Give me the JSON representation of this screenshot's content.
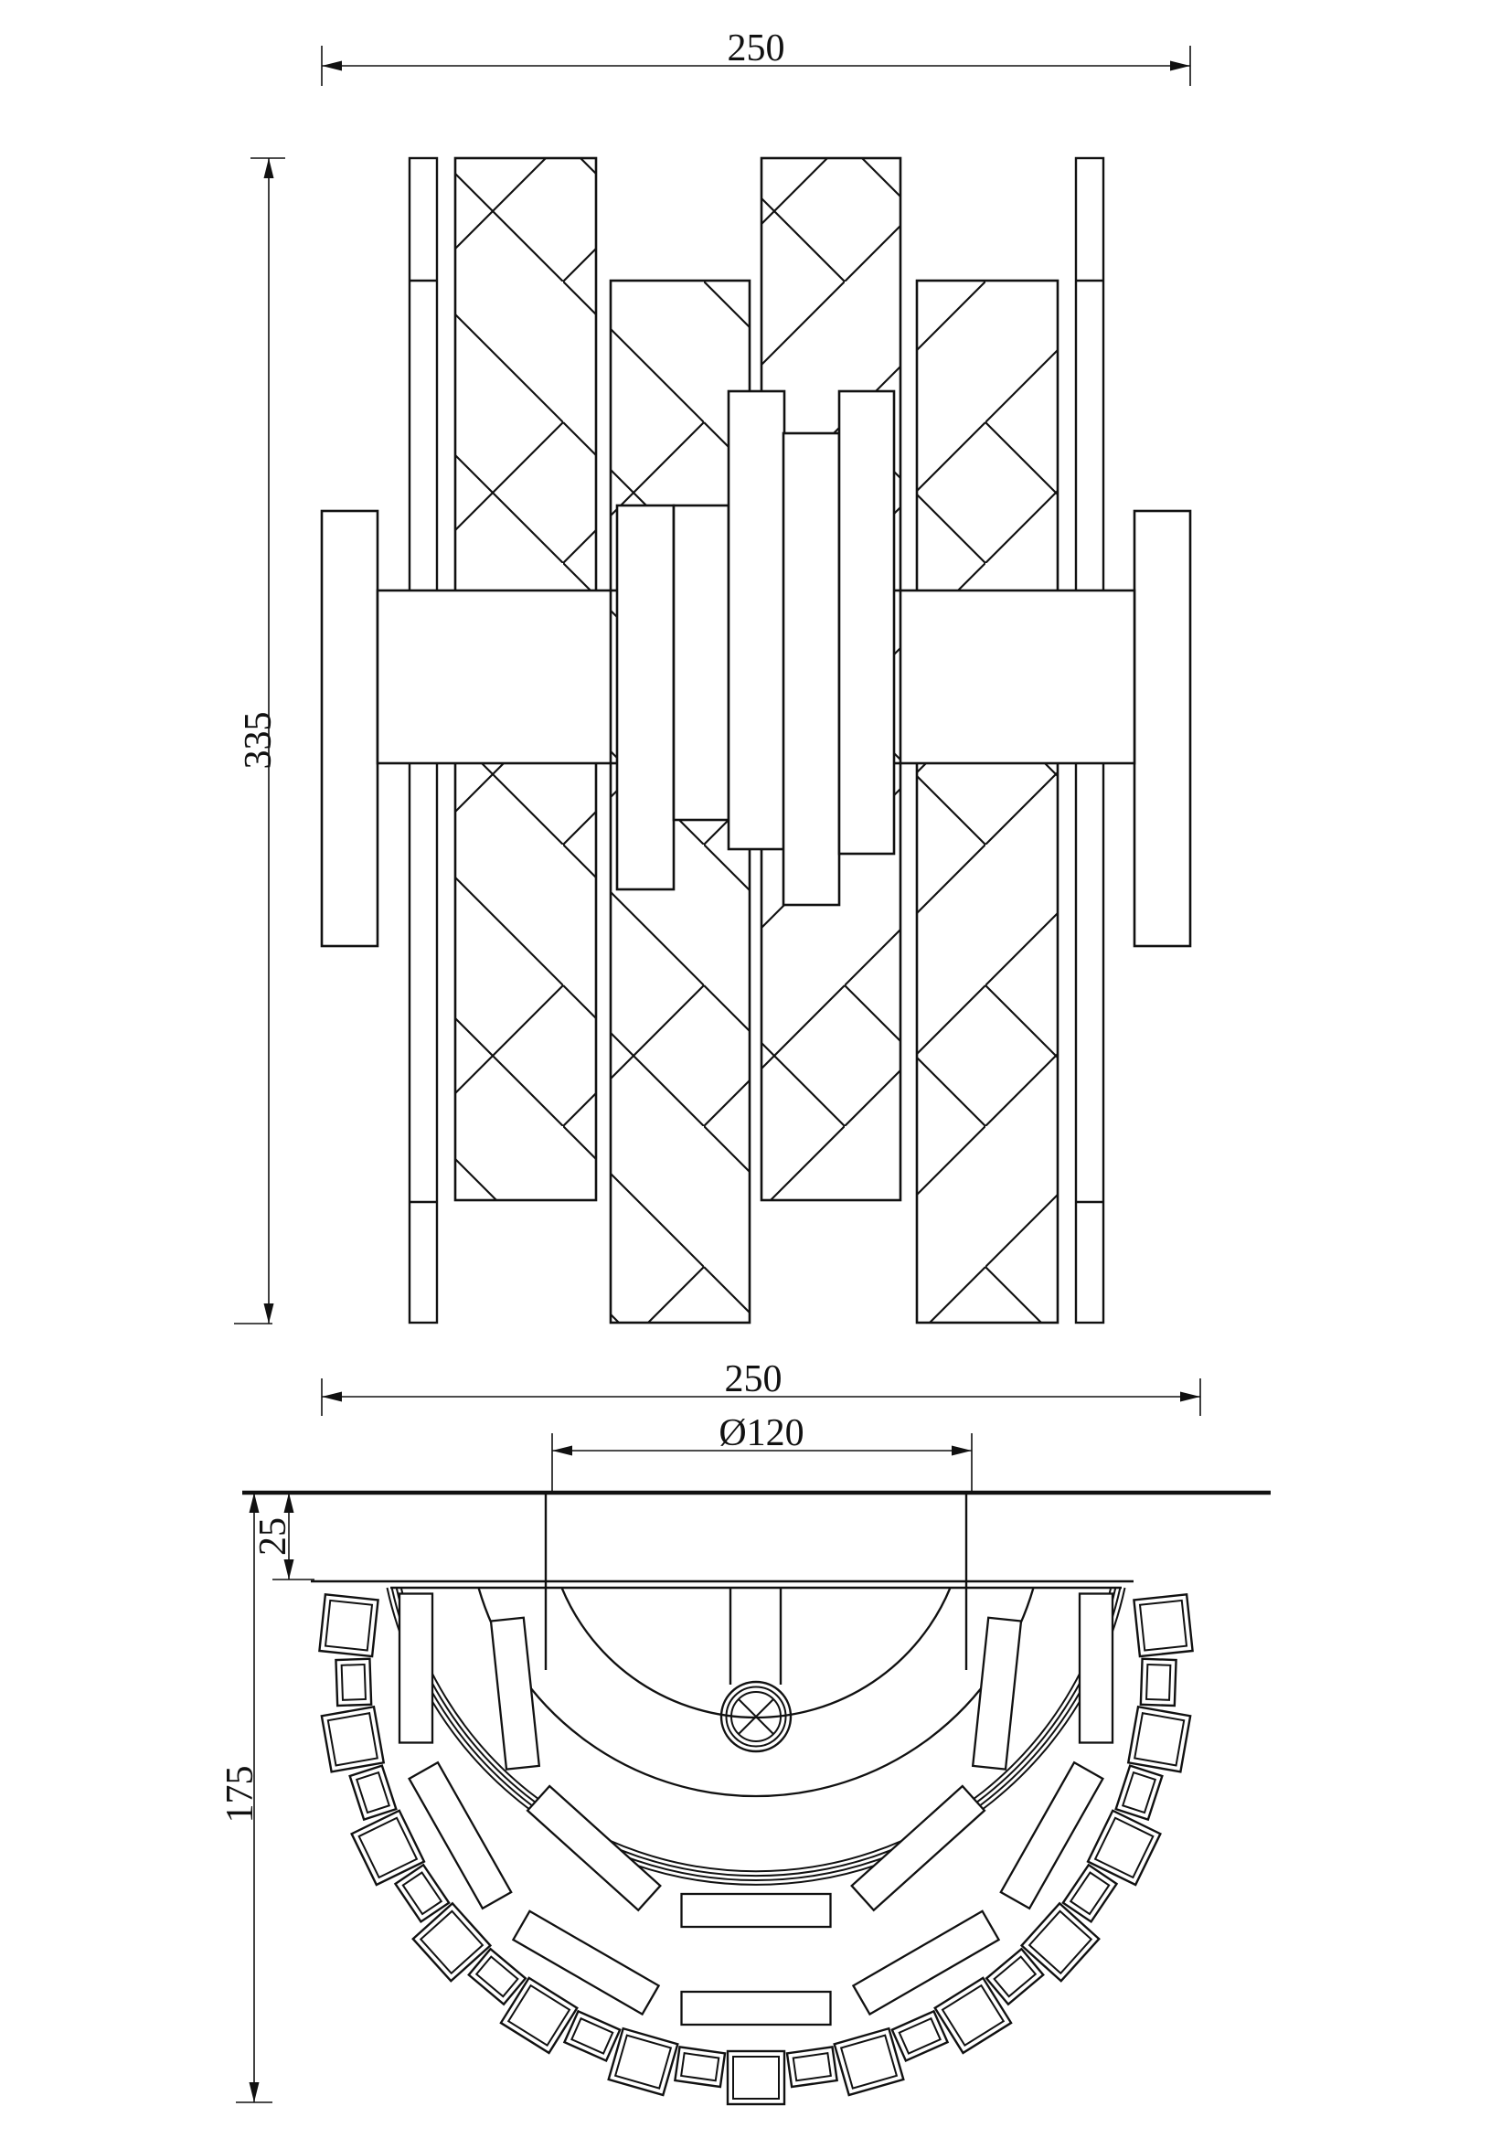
{
  "document": {
    "type": "technical-drawing",
    "subject": "crystal wall sconce – dimensional drawing",
    "views": [
      "front-elevation",
      "bottom-plan"
    ]
  },
  "front_view": {
    "width_dim_label": "250",
    "height_dim_label": "335",
    "width_mm": 250,
    "height_mm": 335
  },
  "plan_view": {
    "width_dim_label": "250",
    "canopy_dim_label": "Ø120",
    "wall_offset_dim_label": "25",
    "depth_dim_label": "175",
    "width_mm": 250,
    "canopy_diameter_mm": 120,
    "wall_offset_mm": 25,
    "depth_mm": 175
  },
  "colors": {
    "line": "#111111",
    "background": "#ffffff"
  }
}
